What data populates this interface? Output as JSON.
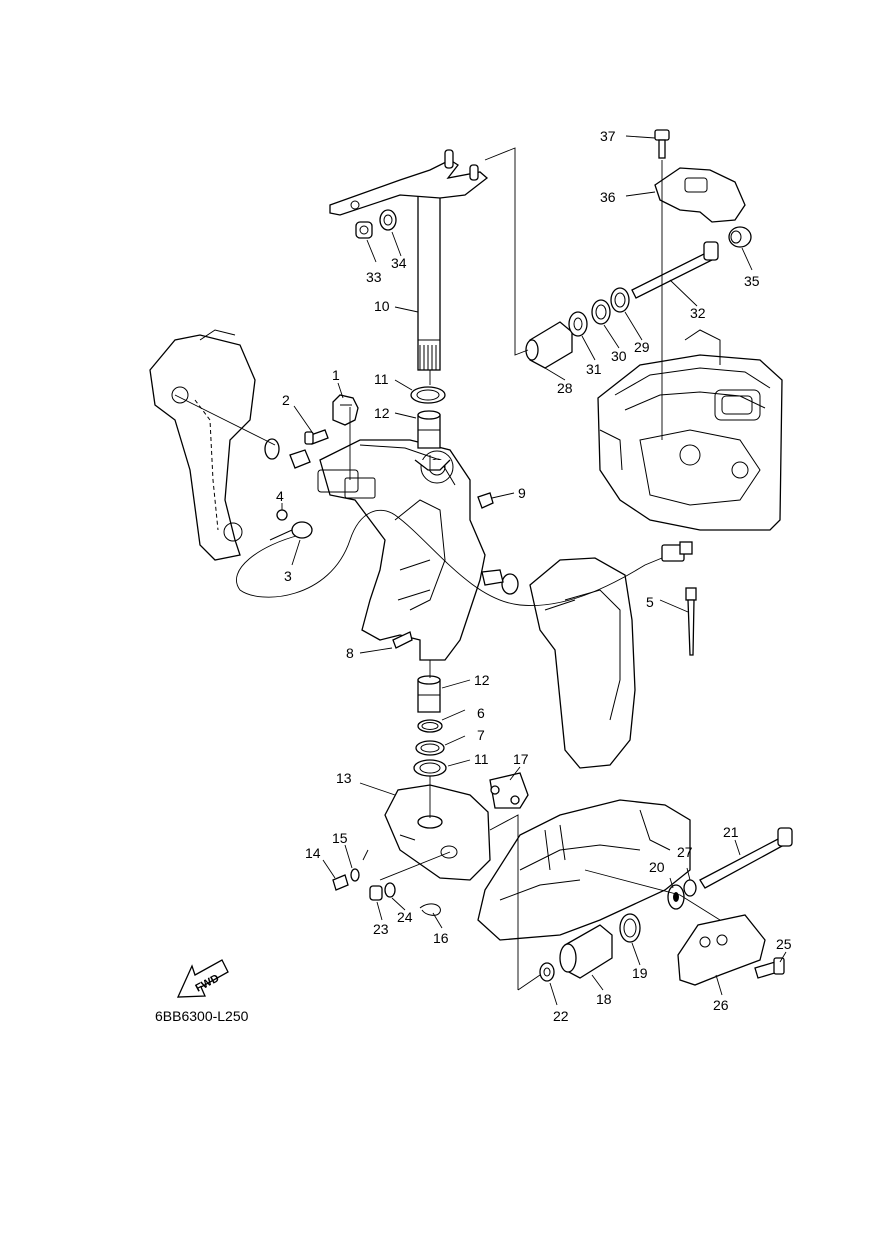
{
  "diagram": {
    "code": "6BB6300-L250",
    "direction_label": "FWD",
    "callouts": [
      "1",
      "2",
      "3",
      "4",
      "5",
      "6",
      "7",
      "8",
      "9",
      "10",
      "11",
      "11",
      "12",
      "12",
      "13",
      "14",
      "15",
      "16",
      "17",
      "18",
      "19",
      "20",
      "21",
      "22",
      "23",
      "24",
      "25",
      "26",
      "27",
      "28",
      "29",
      "30",
      "31",
      "32",
      "33",
      "34",
      "35",
      "36",
      "37"
    ]
  }
}
